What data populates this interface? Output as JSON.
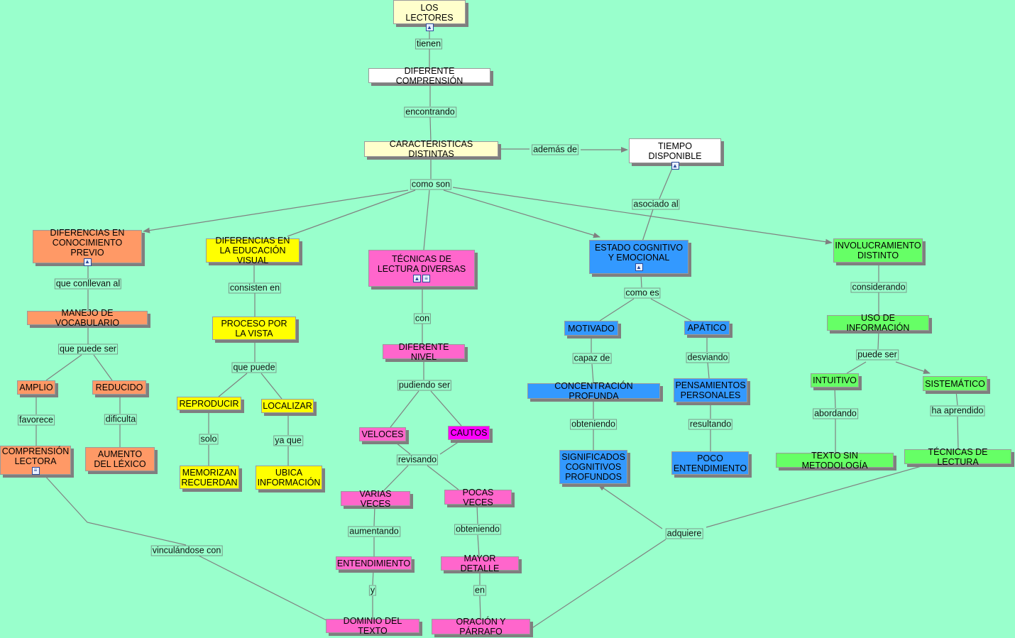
{
  "concepts": {
    "los_lectores": "LOS LECTORES",
    "diferente_comprension": "DIFERENTE COMPRENSIÓN",
    "caracteristicas": "CARACTERISTICAS DISTINTAS",
    "tiempo": "TIEMPO DISPONIBLE",
    "dif_conocimiento": "DIFERENCIAS EN CONOCIMIENTO PREVIO",
    "dif_educacion": "DIFERENCIAS EN LA EDUCACIÓN VISUAL",
    "tecnicas_diversas": "TÉCNICAS DE LECTURA DIVERSAS",
    "estado": "ESTADO COGNITIVO Y EMOCIONAL",
    "involucramiento": "INVOLUCRAMIENTO DISTINTO",
    "manejo": "MANEJO DE VOCABULARIO",
    "amplio": "AMPLIO",
    "reducido": "REDUCIDO",
    "comprension": "COMPRENSIÓN LECTORA",
    "aumento": "AUMENTO DEL LÉXICO",
    "proceso": "PROCESO POR LA VISTA",
    "reproducir": "REPRODUCIR",
    "localizar": "LOCALIZAR",
    "memorizan": "MEMORIZAN RECUERDAN",
    "ubica": "UBICA INFORMACIÓN",
    "diferente_nivel": "DIFERENTE NIVEL",
    "veloces": "VELOCES",
    "cautos": "CAUTOS",
    "varias": "VARIAS VECES",
    "pocas": "POCAS VECES",
    "entendimiento": "ENTENDIMIENTO",
    "mayor": "MAYOR DETALLE",
    "dominio": "DOMINIO DEL TEXTO",
    "oracion": "ORACIÓN Y PÁRRAFO",
    "motivado": "MOTIVADO",
    "apatico": "APÁTICO",
    "concentracion": "CONCENTRACIÓN PROFUNDA",
    "pensamientos": "PENSAMIENTOS PERSONALES",
    "significados": "SIGNIFICADOS COGNITIVOS PROFUNDOS",
    "poco": "POCO ENTENDIMIENTO",
    "uso": "USO DE INFORMACIÓN",
    "intuitivo": "INTUITIVO",
    "sistematico": "SISTEMÁTICO",
    "texto_sin": "TEXTO SIN METODOLOGÍA",
    "tecnicas_lectura": "TÉCNICAS DE LECTURA"
  },
  "links": {
    "tienen": "tienen",
    "encontrando": "encontrando",
    "ademas": "además de",
    "como_son": "como son",
    "asociado": "asociado al",
    "conllevan": "que conllevan al",
    "puede_ser_1": "que puede ser",
    "favorece": "favorece",
    "dificulta": "dificulta",
    "vinculandose": "vinculándose con",
    "consisten": "consisten en",
    "que_puede": "que puede",
    "solo": "solo",
    "ya_que": "ya que",
    "con": "con",
    "pudiendo": "pudiendo ser",
    "revisando": "revisando",
    "aumentando": "aumentando",
    "obteniendo_1": "obteniendo",
    "y": "y",
    "en": "en",
    "como_es": "como es",
    "capaz": "capaz de",
    "desviando": "desviando",
    "obteniendo_2": "obteniendo",
    "resultando": "resultando",
    "adquiere": "adquiere",
    "considerando": "considerando",
    "puede_ser_2": "puede ser",
    "abordando": "abordando",
    "ha_aprendido": "ha aprendido"
  },
  "colors": {
    "background": "#99ffcc",
    "line": "#808080",
    "orange": "#ff9966",
    "yellow": "#ffff00",
    "pink": "#ff66cc",
    "magenta": "#ff00ff",
    "blue": "#3399ff",
    "green": "#66ff66",
    "cream": "#ffffcc"
  },
  "icons": [
    "image-icon",
    "document-icon"
  ]
}
